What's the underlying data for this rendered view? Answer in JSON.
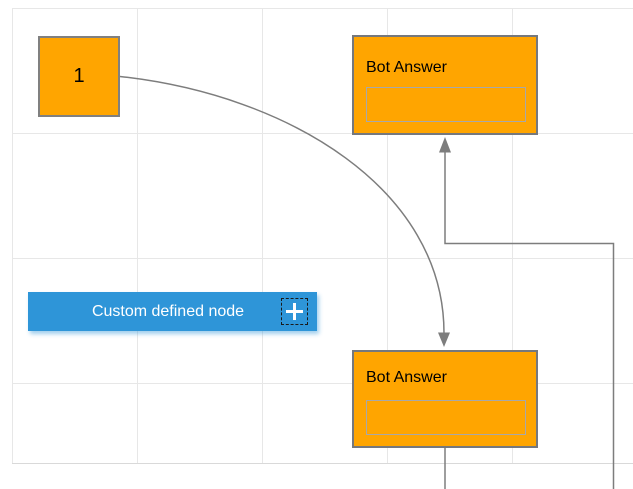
{
  "diagram": {
    "nodes": {
      "start": {
        "label": "1"
      },
      "bot_answer_top": {
        "label": "Bot Answer"
      },
      "bot_answer_bottom": {
        "label": "Bot Answer"
      },
      "custom": {
        "label": "Custom defined node",
        "icon": "plus-icon"
      }
    },
    "connectors": [
      {
        "name": "curve-from-start-to-bottom-bot",
        "arrow": "down"
      },
      {
        "name": "orthogonal-into-top-bot",
        "arrow": "up"
      },
      {
        "name": "stub-below-bottom-bot",
        "arrow": "none"
      }
    ],
    "colors": {
      "node_fill": "#ffa500",
      "node_border": "#75787d",
      "square_border": "#808080",
      "custom_fill": "#2e95d8",
      "custom_text": "#ffffff",
      "connector": "#7d7d7d",
      "grid_line": "#e7e7e7",
      "grid_border": "#d9d9d9",
      "label_color": "#000000",
      "input_border": "#a8a8a8"
    }
  }
}
